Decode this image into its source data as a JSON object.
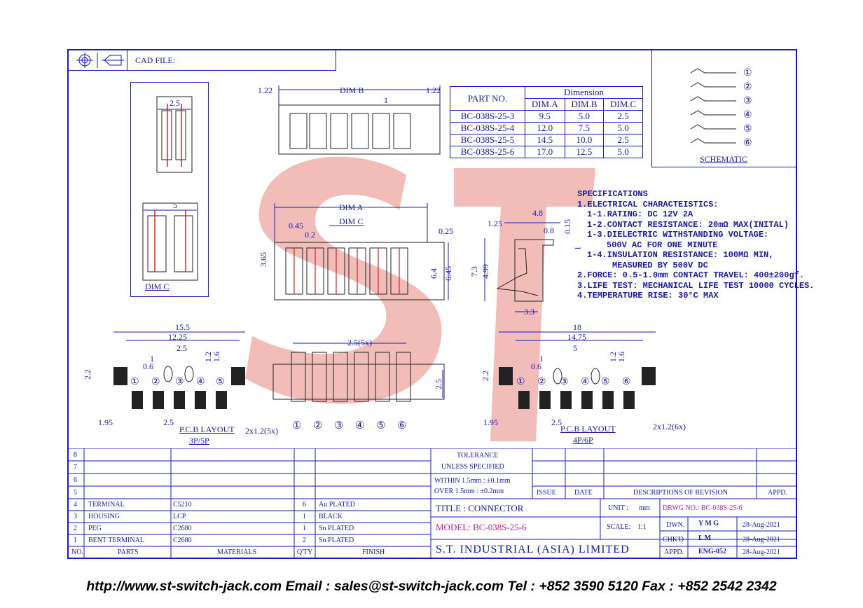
{
  "header": {
    "cad_label": "CAD FILE:"
  },
  "part_table": {
    "part_no_header": "PART NO.",
    "dimension_header": "Dimension",
    "col_headers": [
      "DIM.A",
      "DIM.B",
      "DIM.C"
    ],
    "rows": [
      {
        "part": "BC-038S-25-3",
        "a": "9.5",
        "b": "5.0",
        "c": "2.5"
      },
      {
        "part": "BC-038S-25-4",
        "a": "12.0",
        "b": "7.5",
        "c": "5.0"
      },
      {
        "part": "BC-038S-25-5",
        "a": "14.5",
        "b": "10.0",
        "c": "2.5"
      },
      {
        "part": "BC-038S-25-6",
        "a": "17.0",
        "b": "12.5",
        "c": "5.0"
      }
    ]
  },
  "schematic": {
    "label": "SCHEMATIC",
    "pins": [
      "①",
      "②",
      "③",
      "④",
      "⑤",
      "⑥"
    ]
  },
  "specifications": {
    "title": "SPECIFICATIONS",
    "lines": [
      "1.ELECTRICAL CHARACTEISTICS:",
      "1-1.RATING: DC 12V 2A",
      "1-2.CONTACT RESISTANCE: 20mΩ MAX(INITAL)",
      "1-3.DIELECTRIC WITHSTANDING VOLTAGE:",
      "500V AC FOR ONE MINUTE",
      "1-4.INSULATION RESISTANCE: 100MΩ MIN,",
      "MEASURED BY 500V DC",
      "2.FORCE: 0.5-1.0mm CONTACT TRAVEL: 400±200gf.",
      "3.LIFE TEST: MECHANICAL LIFE TEST 10000 CYCLES.",
      "4.TEMPERATURE RISE: 30°C MAX"
    ]
  },
  "dims": {
    "dim_c_label": "DIM C",
    "dim_c_top": "2.5",
    "dim_c_bottom": "5",
    "front_left": "1.22",
    "front_right": "1.22",
    "dim_b": "DIM B",
    "front_pitch": "1",
    "dim_a": "DIM A",
    "dim_c": "DIM C",
    "d045": "0.45",
    "d02": "0.2",
    "d025": "0.25",
    "d365": "3.65",
    "d64": "6.4",
    "d645": "6.45",
    "side_48": "4.8",
    "side_125": "1.25",
    "side_08": "0.8",
    "side_015": "0.15",
    "side_1": "1",
    "side_73": "7.3",
    "side_499": "4.99",
    "side_33": "3.3",
    "bottom_25x5": "2.5(5x)",
    "bottom_25": "2.5",
    "bottom_pins": [
      "①",
      "②",
      "③",
      "④",
      "⑤",
      "⑥"
    ]
  },
  "pcb_left": {
    "w1": "15.5",
    "w2": "12.25",
    "p1": "2.5",
    "p2": "1",
    "p3": "0.6",
    "p4": "1.2",
    "p5": "1.6",
    "h": "2.2",
    "left": "1.95",
    "pitch": "2.5",
    "pad_note": "2x1.2(5x)",
    "label": "P.C.B LAYOUT",
    "sub": "3P/5P",
    "pins": [
      "①",
      "②",
      "③",
      "④",
      "⑤"
    ]
  },
  "pcb_right": {
    "w1": "18",
    "w2": "14.75",
    "p1": "5",
    "p2": "1",
    "p3": "0.6",
    "p4": "1.2",
    "p5": "1.6",
    "h": "2.2",
    "left": "1.95",
    "pitch": "2.5",
    "pad_note": "2x1.2(6x)",
    "label": "P.C.B LAYOUT",
    "sub": "4P/6P",
    "pins": [
      "①",
      "②",
      "③",
      "④",
      "⑤",
      "⑥"
    ]
  },
  "bom": {
    "rows": [
      {
        "no": "8",
        "part": "",
        "mat": "",
        "qty": "",
        "finish": ""
      },
      {
        "no": "7",
        "part": "",
        "mat": "",
        "qty": "",
        "finish": ""
      },
      {
        "no": "6",
        "part": "",
        "mat": "",
        "qty": "",
        "finish": ""
      },
      {
        "no": "5",
        "part": "",
        "mat": "",
        "qty": "",
        "finish": ""
      },
      {
        "no": "4",
        "part": "TERMINAL",
        "mat": "C5210",
        "qty": "6",
        "finish": "Au PLATED"
      },
      {
        "no": "3",
        "part": "HOUSING",
        "mat": "LCP",
        "qty": "1",
        "finish": "BLACK"
      },
      {
        "no": "2",
        "part": "PEG",
        "mat": "C2680",
        "qty": "1",
        "finish": "Sn PLATED"
      },
      {
        "no": "1",
        "part": "BENT TERMINAL",
        "mat": "C2680",
        "qty": "2",
        "finish": "Sn PLATED"
      }
    ],
    "headers": {
      "no": "NO.",
      "part": "PARTS",
      "mat": "MATERIALS",
      "qty": "Q'TY",
      "finish": "FINISH"
    }
  },
  "tolerance": {
    "title": "TOLERANCE",
    "sub": "UNLESS SPECIFIED",
    "within": "WITHIN 1.5mm : ±0.1mm",
    "over": "OVER 1.5mm : ±0.2mm"
  },
  "revision": {
    "issue": "ISSUE",
    "date": "DATE",
    "desc": "DESCRIPTIONS OF REVISION",
    "appd": "APPD."
  },
  "title_block": {
    "title": "TITLE : CONNECTOR",
    "unit_label": "UNIT :",
    "unit": "mm",
    "drwg_no": "DRWG NO.: BC-038S-25-6",
    "model": "MODEL: BC-038S-25-6",
    "scale_label": "SCALE:",
    "scale": "1:1",
    "company": "S.T. INDUSTRIAL (ASIA) LIMITED",
    "dwn_label": "DWN.",
    "dwn": "Y M G",
    "dwn_date": "28-Aug-2021",
    "chkd_label": "CHK'D",
    "chkd": "L M",
    "chkd_date": "28-Aug-2021",
    "appd_label": "APPD.",
    "appd": "ENG-052",
    "appd_date": "28-Aug-2021"
  },
  "footer": "http://www.st-switch-jack.com  Email : sales@st-switch-jack.com  Tel : +852 3590 5120  Fax : +852 2542 2342",
  "colors": {
    "line": "#1a1acc",
    "text": "#1a1aa8",
    "watermark": "#e89a9a",
    "highlight": "#d1179b"
  }
}
